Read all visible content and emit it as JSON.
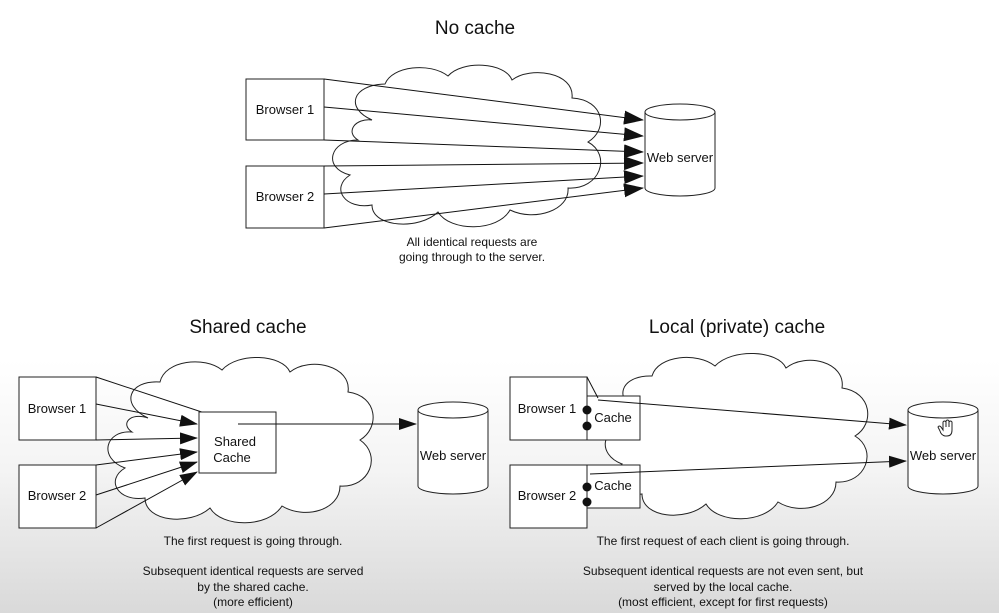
{
  "no_cache": {
    "title": "No cache",
    "browser1": "Browser 1",
    "browser2": "Browser 2",
    "server": "Web server",
    "caption_line1": "All identical requests are",
    "caption_line2": "going through to the server."
  },
  "shared_cache": {
    "title": "Shared cache",
    "browser1": "Browser 1",
    "browser2": "Browser 2",
    "cache_line1": "Shared",
    "cache_line2": "Cache",
    "server": "Web server",
    "caption_line1": "The first request is going through.",
    "caption_line2": "Subsequent identical requests are served",
    "caption_line3": "by the shared cache.",
    "caption_line4": "(more efficient)"
  },
  "local_cache": {
    "title": "Local (private) cache",
    "browser1": "Browser 1",
    "browser2": "Browser 2",
    "cache1": "Cache",
    "cache2": "Cache",
    "server": "Web server",
    "caption_line1": "The first request of each client is going through.",
    "caption_line2": "Subsequent identical requests are not even sent, but",
    "caption_line3": "served by the local cache.",
    "caption_line4": "(most efficient, except for first requests)"
  }
}
